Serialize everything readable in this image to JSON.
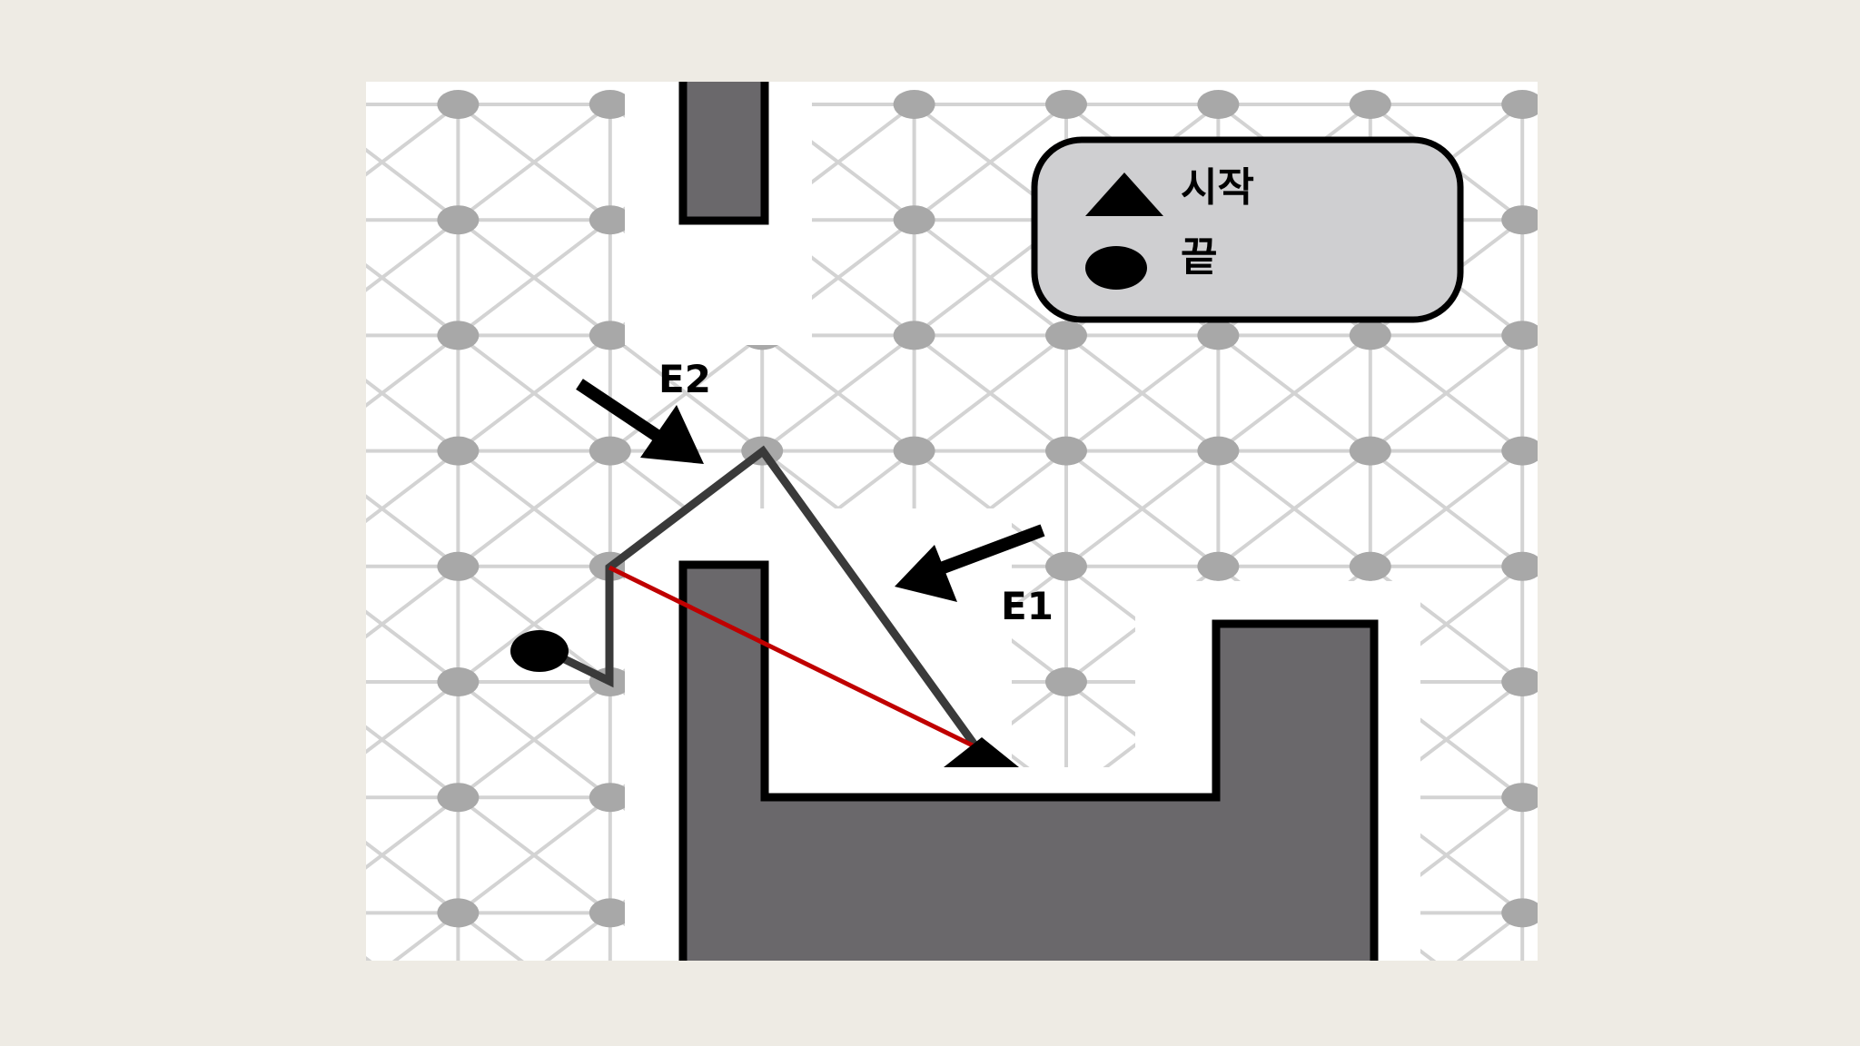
{
  "diagram": {
    "colors": {
      "page_background": "#eeebe4",
      "canvas_background": "#ffffff",
      "grid_edge": "#d3d3d3",
      "grid_node": "#a8a8a8",
      "obstacle_fill": "#6a686b",
      "obstacle_outline": "#000000",
      "path": "#3a3a3a",
      "shortcut": "#c00000",
      "legend_fill": "#cfcfd1"
    },
    "legend": {
      "start_icon": "triangle-icon",
      "start_label": "시작",
      "end_icon": "circle-icon",
      "end_label": "끝"
    },
    "annotations": {
      "e1_label": "E1",
      "e2_label": "E2",
      "arrow_icon": "arrow-icon"
    }
  }
}
